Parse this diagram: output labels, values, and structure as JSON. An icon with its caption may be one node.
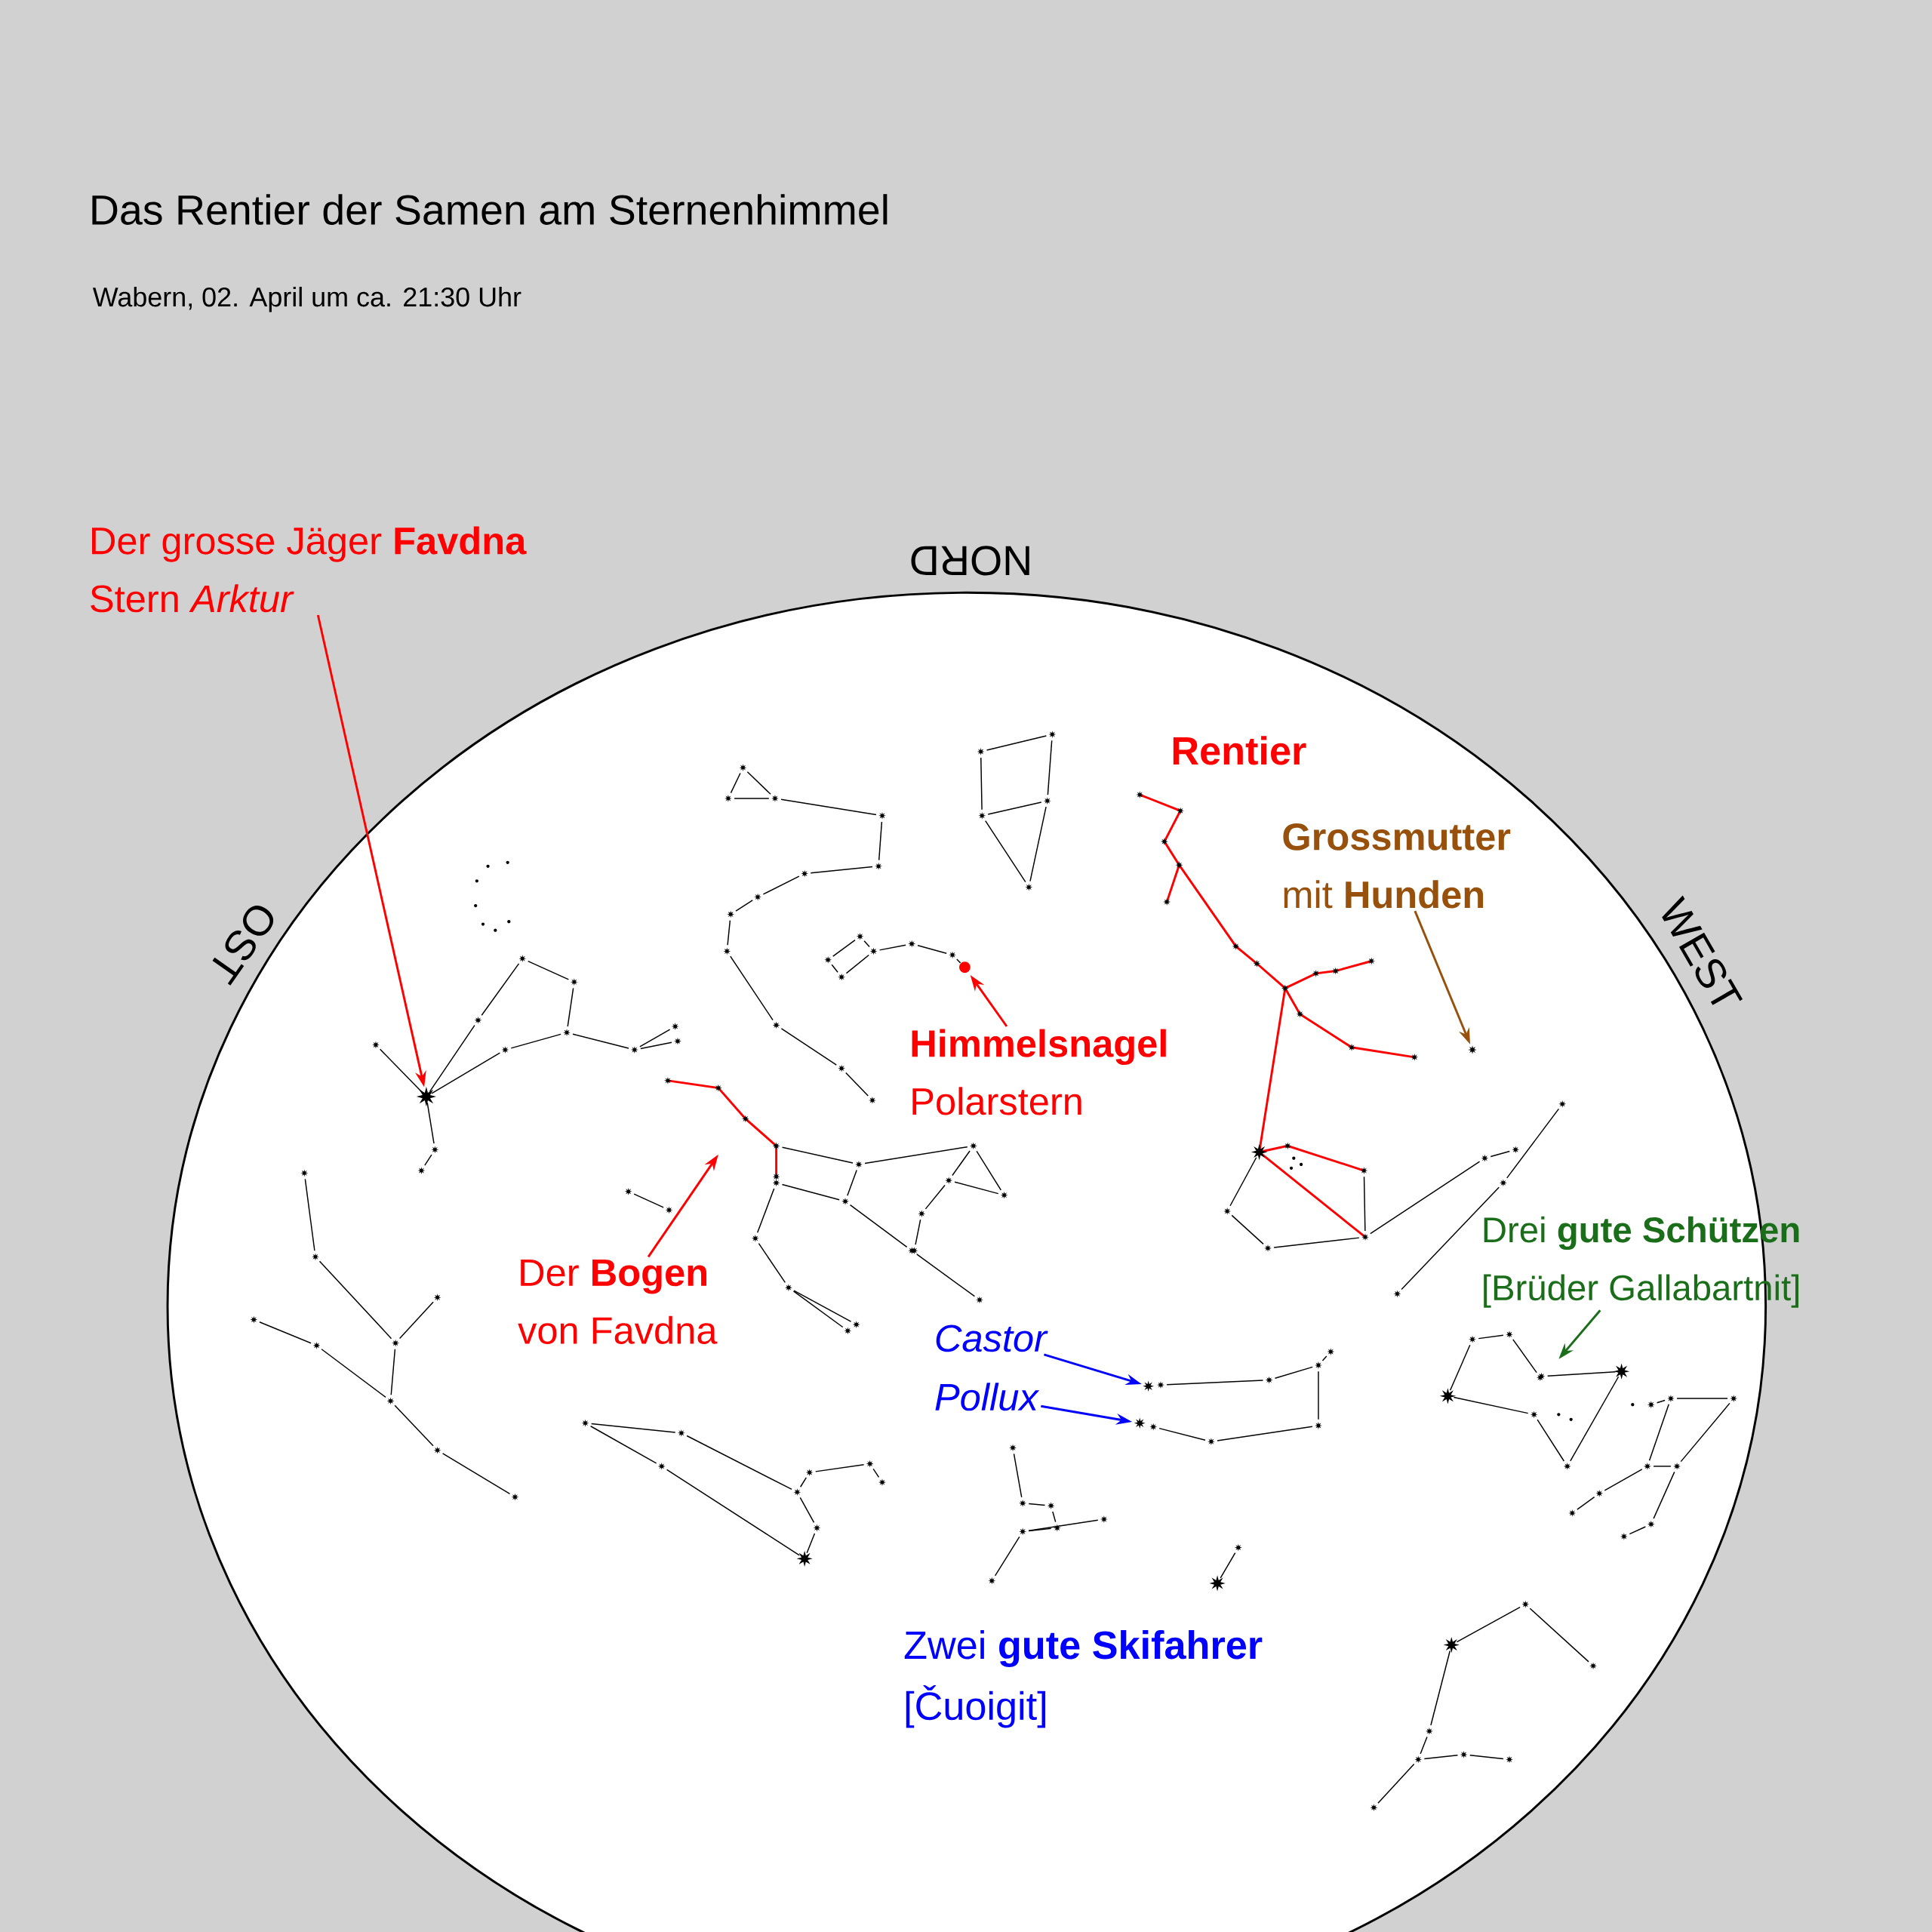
{
  "diagram": {
    "title": "Das Rentier der Samen am Sternenhimmel",
    "nodes": [
      {
        "text": [
          "Der grosse Jäger **Favdna**",
          "Stern *Arktur*"
        ]
      },
      {
        "text": [],
        "shape": "star"
      },
      {
        "text": [
          "Grossmutter",
          "mit **Hunden**"
        ]
      },
      {
        "text": [],
        "shape": "star"
      },
      {
        "text": [
          "Himmelsnagel",
          "Polarstern"
        ]
      },
      {
        "text": [],
        "shape": "circle"
      },
      {
        "text": [
          "Der **Bogen**",
          "von Favdna"
        ]
      },
      {
        "text": [
          "Castor"
        ]
      },
      {
        "text": [],
        "shape": "star"
      },
      {
        "text": [
          "Pollux"
        ]
      },
      {
        "text": [],
        "shape": "star"
      },
      {
        "text": [
          "Drei **gute Schützen**",
          "[Brüder Gallabartnit]"
        ]
      }
    ],
    "edges": [
      {
        "from": 0,
        "to": 1,
        "arrow": "to",
        "color": "#ff0000"
      },
      {
        "from": 2,
        "to": 3,
        "arrow": "to",
        "color": "#97510c"
      },
      {
        "from": 4,
        "to": 5,
        "arrow": "to",
        "color": "#ff0000"
      },
      {
        "from": 6,
        "to": null,
        "arrow": "to",
        "color": "#ff0000"
      },
      {
        "from": 7,
        "to": 8,
        "arrow": "to",
        "color": "#0000ff"
      },
      {
        "from": 9,
        "to": 10,
        "arrow": "to",
        "color": "#0000ff"
      },
      {
        "from": 11,
        "to": null,
        "arrow": "to",
        "color": "#1a6e1a"
      }
    ],
    "labels": [
      "Wabern, 02. April um ca. 21:30 Uhr",
      "NORD",
      "Rentier",
      "OST",
      "WEST",
      "Zwei **gute Skifahrer**",
      "[Čuoigit]"
    ]
  }
}
